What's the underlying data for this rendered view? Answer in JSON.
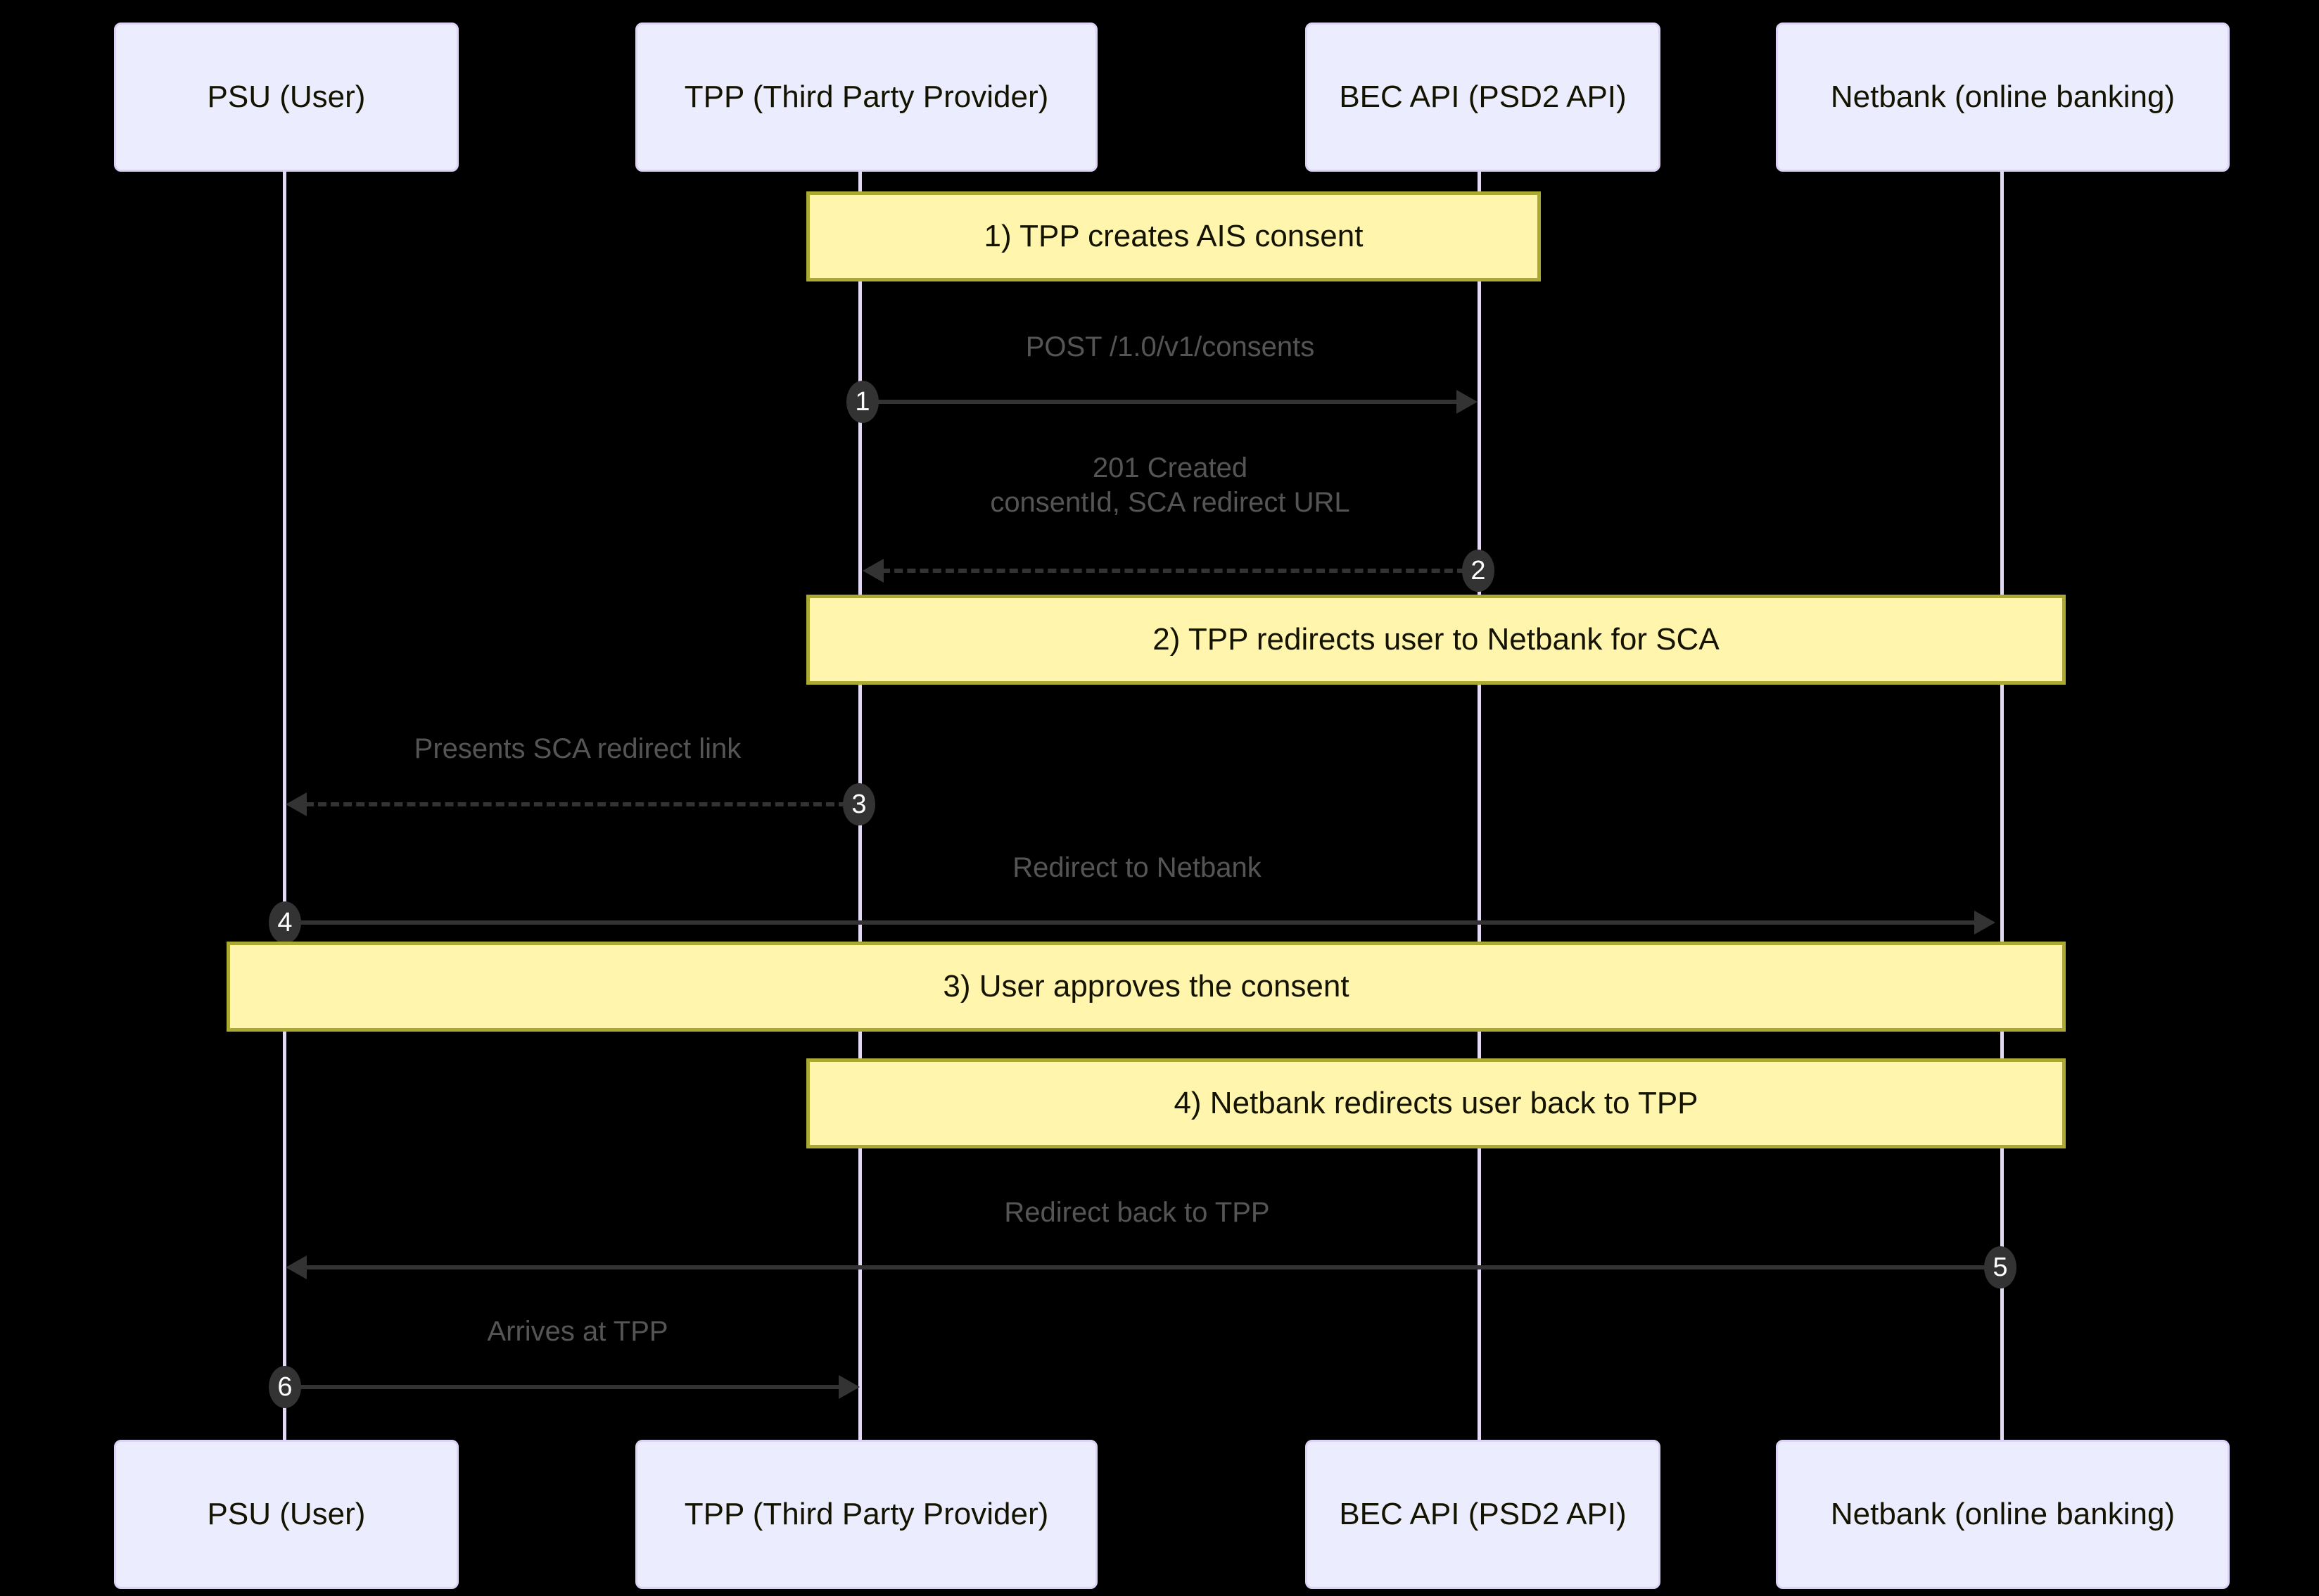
{
  "diagram": {
    "type": "sequence-diagram",
    "title": "",
    "background_color": "#000000",
    "actor_box_color": "#ececff",
    "actor_border_color": "#dcd3f7",
    "note_color": "#fff5ad",
    "note_border_color": "#aaaa33",
    "line_color": "#333333",
    "label_color": "#555555",
    "lifeline_color": "#e2d9f3"
  },
  "participants": [
    {
      "id": "psu",
      "label": "PSU (User)"
    },
    {
      "id": "tpp",
      "label": "TPP (Third Party Provider)"
    },
    {
      "id": "bec",
      "label": "BEC API (PSD2 API)"
    },
    {
      "id": "netbank",
      "label": "Netbank (online banking)"
    }
  ],
  "notes": [
    {
      "id": "note1",
      "text": "1) TPP creates AIS consent"
    },
    {
      "id": "note2",
      "text": "2) TPP redirects user to Netbank for SCA"
    },
    {
      "id": "note3",
      "text": "3) User approves the consent"
    },
    {
      "id": "note4",
      "text": "4) Netbank redirects user back to TPP"
    }
  ],
  "messages": [
    {
      "seq": "1",
      "from": "tpp",
      "to": "bec",
      "label": "POST /1.0/v1/consents",
      "style": "solid",
      "direction": "right"
    },
    {
      "seq": "2",
      "from": "bec",
      "to": "tpp",
      "label": "201 Created\nconsentId, SCA redirect URL",
      "style": "dashed",
      "direction": "left"
    },
    {
      "seq": "3",
      "from": "tpp",
      "to": "psu",
      "label": "Presents SCA redirect link",
      "style": "dashed",
      "direction": "left"
    },
    {
      "seq": "4",
      "from": "psu",
      "to": "netbank",
      "label": "Redirect to Netbank",
      "style": "solid",
      "direction": "right"
    },
    {
      "seq": "5",
      "from": "netbank",
      "to": "psu",
      "label": "Redirect back to TPP",
      "style": "solid",
      "direction": "left"
    },
    {
      "seq": "6",
      "from": "psu",
      "to": "tpp",
      "label": "Arrives at TPP",
      "style": "solid",
      "direction": "right"
    }
  ]
}
